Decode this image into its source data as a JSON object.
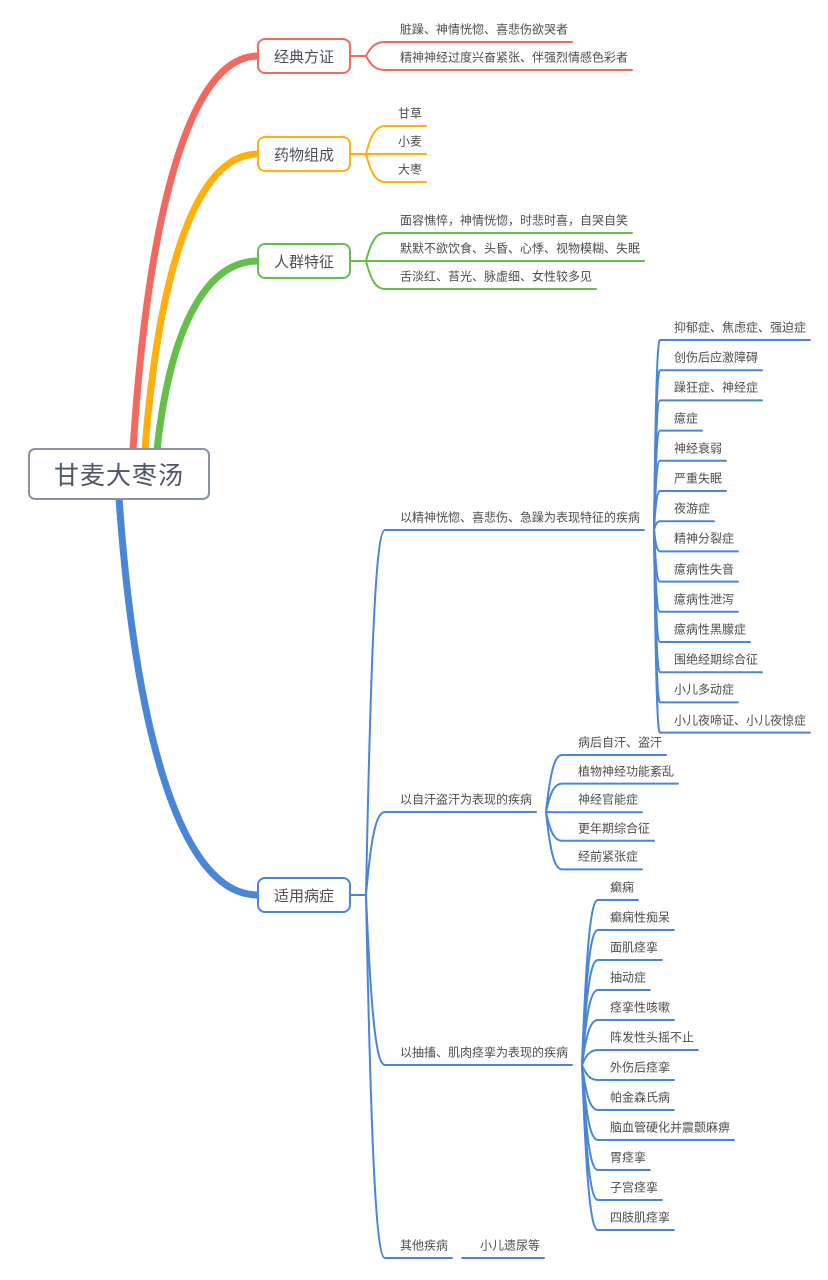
{
  "root": {
    "label": "甘麦大枣汤",
    "border_color": "#8A93A4"
  },
  "branches": [
    {
      "label": "经典方证",
      "color": "#F4695F",
      "children": [
        "脏躁、神情恍惚、喜悲伤欲哭者",
        "精神神经过度兴奋紧张、伴强烈情感色彩者"
      ]
    },
    {
      "label": "药物组成",
      "color": "#FFAF0E",
      "children": [
        "甘草",
        "小麦",
        "大枣"
      ]
    },
    {
      "label": "人群特征",
      "color": "#65BF4B",
      "children": [
        "面容憔悴，神情恍惚，时悲时喜，自哭自笑",
        "默默不欲饮食、头昏、心悸、视物模糊、失眠",
        "舌淡红、苔光、脉虚细、女性较多见"
      ]
    },
    {
      "label": "适用病症",
      "color": "#4A86D8",
      "children": [
        {
          "label": "以精神恍惚、喜悲伤、急躁为表现特征的疾病",
          "children": [
            "抑郁症、焦虑症、强迫症",
            "创伤后应激障碍",
            "躁狂症、神经症",
            "癔症",
            "神经衰弱",
            "严重失眠",
            "夜游症",
            "精神分裂症",
            "癔病性失音",
            "癔病性泄泻",
            "癔病性黑朦症",
            "围绝经期综合征",
            "小儿多动症",
            "小儿夜啼证、小儿夜惊症"
          ]
        },
        {
          "label": "以自汗盗汗为表现的疾病",
          "children": [
            "病后自汗、盗汗",
            "植物神经功能紊乱",
            "神经官能症",
            "更年期综合征",
            "经前紧张症"
          ]
        },
        {
          "label": "以抽搐、肌肉痉挛为表现的疾病",
          "children": [
            "癫痫",
            "癫痫性痴呆",
            "面肌痉挛",
            "抽动症",
            "痉挛性咳嗽",
            "阵发性头摇不止",
            "外伤后痉挛",
            "帕金森氏病",
            "脑血管硬化并震颤麻痹",
            "胃痉挛",
            "子宫痉挛",
            "四肢肌痉挛"
          ]
        },
        {
          "label": "其他疾病",
          "children": [
            "小儿遗尿等"
          ]
        }
      ]
    }
  ]
}
